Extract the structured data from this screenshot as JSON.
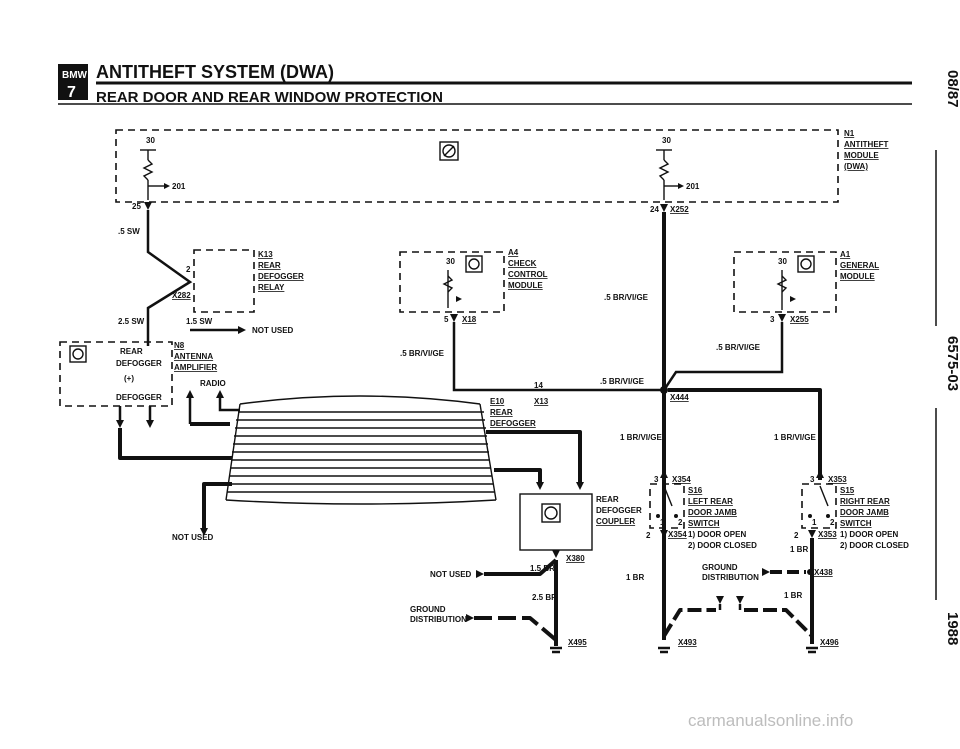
{
  "header": {
    "logo_text": "BMW",
    "logo_number": "7",
    "title": "ANTITHEFT SYSTEM (DWA)",
    "subtitle": "REAR DOOR AND REAR WINDOW PROTECTION"
  },
  "side": {
    "top": "08/87",
    "middle": "6575-03",
    "bottom": "1988"
  },
  "components": {
    "n1": [
      "N1",
      "ANTITHEFT",
      "MODULE",
      "(DWA)"
    ],
    "k13": [
      "K13",
      "REAR",
      "DEFOGGER",
      "RELAY"
    ],
    "a4": [
      "A4",
      "CHECK",
      "CONTROL",
      "MODULE"
    ],
    "a1": [
      "A1",
      "GENERAL",
      "MODULE"
    ],
    "n8": [
      "N8",
      "ANTENNA",
      "AMPLIFIER"
    ],
    "n8_inner": [
      "REAR",
      "DEFOGGER",
      "(+)",
      "DEFOGGER"
    ],
    "e10": [
      "E10",
      "REAR",
      "DEFOGGER"
    ],
    "coupler": [
      "REAR",
      "DEFOGGER",
      "COUPLER"
    ],
    "s16": [
      "S16",
      "LEFT REAR",
      "DOOR JAMB",
      "SWITCH"
    ],
    "s15": [
      "S15",
      "RIGHT REAR",
      "DOOR JAMB",
      "SWITCH"
    ],
    "switch_states": [
      "1) DOOR OPEN",
      "2) DOOR CLOSED"
    ],
    "radio": "RADIO"
  },
  "connectors": [
    "X252",
    "X282",
    "X18",
    "X255",
    "X13",
    "X444",
    "X354",
    "X353",
    "X380",
    "X438",
    "X495",
    "X493",
    "X496"
  ],
  "wires": {
    "sw_05": ".5 SW",
    "sw_25": "2.5 SW",
    "sw_15": "1.5 SW",
    "brvige_05": ".5 BR/VI/GE",
    "brvige_1": "1 BR/VI/GE",
    "br_15": "1.5 BR",
    "br_25": "2.5 BR",
    "br_1": "1 BR"
  },
  "pins": {
    "p30": "30",
    "p201": "201",
    "p25": "25",
    "p24": "24",
    "p2": "2",
    "p5": "5",
    "p3": "3",
    "p14": "14",
    "p1": "1"
  },
  "notes": {
    "not_used": "NOT USED",
    "ground_distribution": [
      "GROUND",
      "DISTRIBUTION"
    ]
  },
  "watermark": "carmanualsonline.info"
}
